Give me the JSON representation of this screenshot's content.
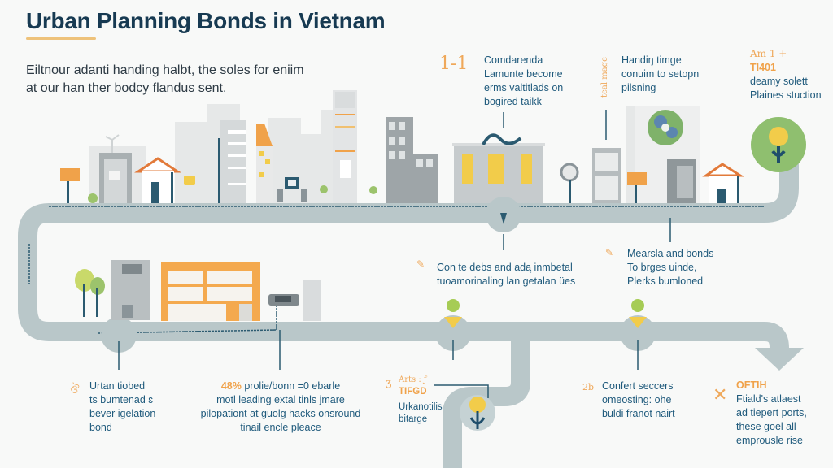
{
  "title": "Urban Planning Bonds in Vietnam",
  "intro": {
    "line1": "Eiltnour adanti handing halbt, the soles for eniim",
    "line2": "at our han ther bodcy flandus sent."
  },
  "colors": {
    "title": "#173a52",
    "accent_orange": "#f0a24a",
    "path_gray": "#b9c7c9",
    "text_blue": "#1f5a7c",
    "dark_teal": "#2b5a70",
    "leaf_green": "#8fbf6f",
    "yellow": "#f2cc4a"
  },
  "notes": {
    "top_center": {
      "doodle": "1-1",
      "lines": [
        "Comdarenda",
        "Lamunte become",
        "erms valtitlads on",
        "bogired taikk"
      ]
    },
    "top_right1": {
      "doodle": "teal mage",
      "lines": [
        "Handiŋ timge",
        "conuim to setopn",
        "pilsning"
      ]
    },
    "top_right2": {
      "prefix": "Am 1 +",
      "highlight": "TI401",
      "lines": [
        "deamy solett",
        "Plaines stuction"
      ]
    },
    "mid_center": {
      "lines": [
        "Con te debs and adą inmbetal",
        "tuoamorinaling lan getalan ües"
      ]
    },
    "mid_right": {
      "lines": [
        "Mearsla and bonds",
        "To brges uinde,",
        "Plerks bumloned"
      ]
    },
    "bottom_left": {
      "lines": [
        "Urtan tiobed",
        "ts bumtenad ɛ",
        "bever igelation",
        "bond"
      ]
    },
    "bottom_center": {
      "highlight": "48%",
      "line1_rest": " prolie/bonn =0 ebarle",
      "lines": [
        "motl leading extal tinls jmare",
        "pilopationt at guolg hacks onsround",
        "tinail encle pleace"
      ]
    },
    "bottom_mid": {
      "prefix": "Arts : ƒ",
      "highlight": "TIFGD",
      "lines": [
        "Urkanotilis",
        "bitarge"
      ]
    },
    "bottom_right1": {
      "doodle": "2b",
      "lines": [
        "Confert seccers",
        "omeosting: ohe",
        "buldi franot nairt"
      ]
    },
    "bottom_right2": {
      "highlight": "OFTIH",
      "lines": [
        "Ftiald's atlaest",
        "ad tiepert ports,",
        "these goel all",
        "emprousle rise"
      ]
    }
  }
}
